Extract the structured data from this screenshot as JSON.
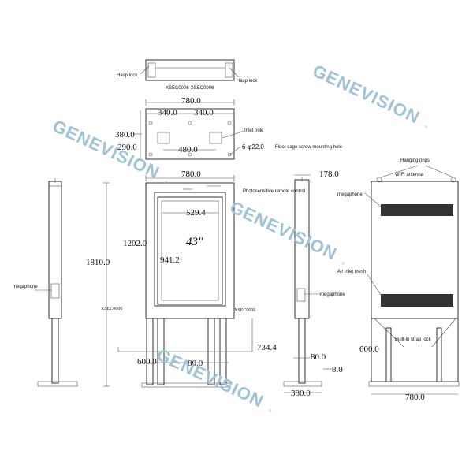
{
  "top_view": {
    "left_lock": "Hasp lock",
    "right_lock": "Hasp lock",
    "model": "XSEC0006-XSEC0006"
  },
  "base_plate": {
    "width": "780.0",
    "left_offset": "340.0",
    "right_offset": "340.0",
    "height_outer": "380.0",
    "height_inner": "290.0",
    "hole_spacing": "480.0",
    "inlet_hole": "Inlet hole",
    "screw_holes": "6-φ22.0",
    "screw_desc": "Floor cage screw mounting hole"
  },
  "front_view": {
    "width": "780.0",
    "photosensitive": "Photosensitive remote control",
    "screen_width": "529.4",
    "screen_size": "43\"",
    "screen_height": "941.2",
    "cabinet_height": "1202.0",
    "total_height": "1810.0",
    "model_left": "XSEC0006",
    "model_right": "XSEC0006",
    "leg_height": "734.4",
    "leg_spacing": "600.0",
    "leg_width": "80.0"
  },
  "left_side": {
    "speaker": "megaphone"
  },
  "right_side": {
    "depth": "178.0",
    "speaker": "megaphone",
    "post_width": "80.0",
    "plate_thickness": "8.0",
    "base_depth": "380.0"
  },
  "back_view": {
    "hanging_rings": "Hanging rings",
    "wifi": "WIFI antenna",
    "speaker": "megaphone",
    "air_inlet": "Air inlet mesh",
    "strap_lock": "Built-in strap lock",
    "leg_height": "600.0",
    "base_width": "780.0"
  },
  "watermark": {
    "brand": "GENEVISION",
    "registered": "®"
  }
}
